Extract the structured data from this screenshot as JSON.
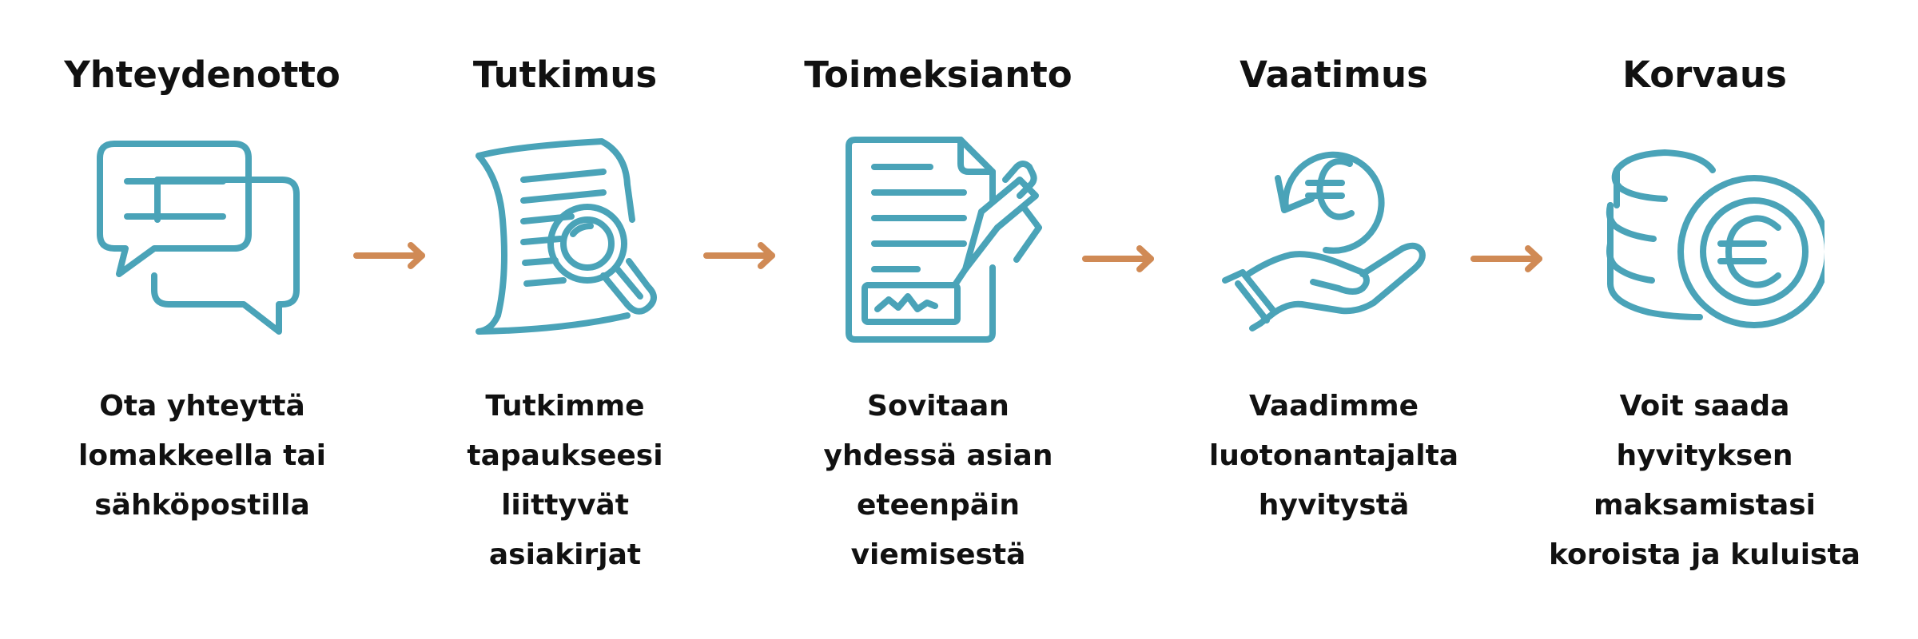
{
  "colors": {
    "icon": "#4AA3B8",
    "arrow": "#D08A55",
    "text": "#111111",
    "background": "#FFFFFF"
  },
  "steps": [
    {
      "title": "Yhteydenotto",
      "icon": "chat-bubbles-icon",
      "lines": [
        "Ota yhteyttä",
        "lomakkeella tai",
        "sähköpostilla"
      ]
    },
    {
      "title": "Tutkimus",
      "icon": "document-magnifier-icon",
      "lines": [
        "Tutkimme",
        "tapaukseesi",
        "liittyvät",
        "asiakirjat"
      ]
    },
    {
      "title": "Toimeksianto",
      "icon": "contract-pen-icon",
      "lines": [
        "Sovitaan",
        "yhdessä asian",
        "eteenpäin",
        "viemisestä"
      ]
    },
    {
      "title": "Vaatimus",
      "icon": "hand-euro-icon",
      "lines": [
        "Vaadimme",
        "luotonantajalta",
        "hyvitystä"
      ]
    },
    {
      "title": "Korvaus",
      "icon": "euro-coins-icon",
      "lines": [
        "Voit saada",
        "hyvityksen",
        "maksamistasi",
        "koroista ja kuluista"
      ]
    }
  ],
  "arrows": [
    "arrow-right-icon",
    "arrow-right-icon",
    "arrow-right-icon",
    "arrow-right-icon"
  ]
}
